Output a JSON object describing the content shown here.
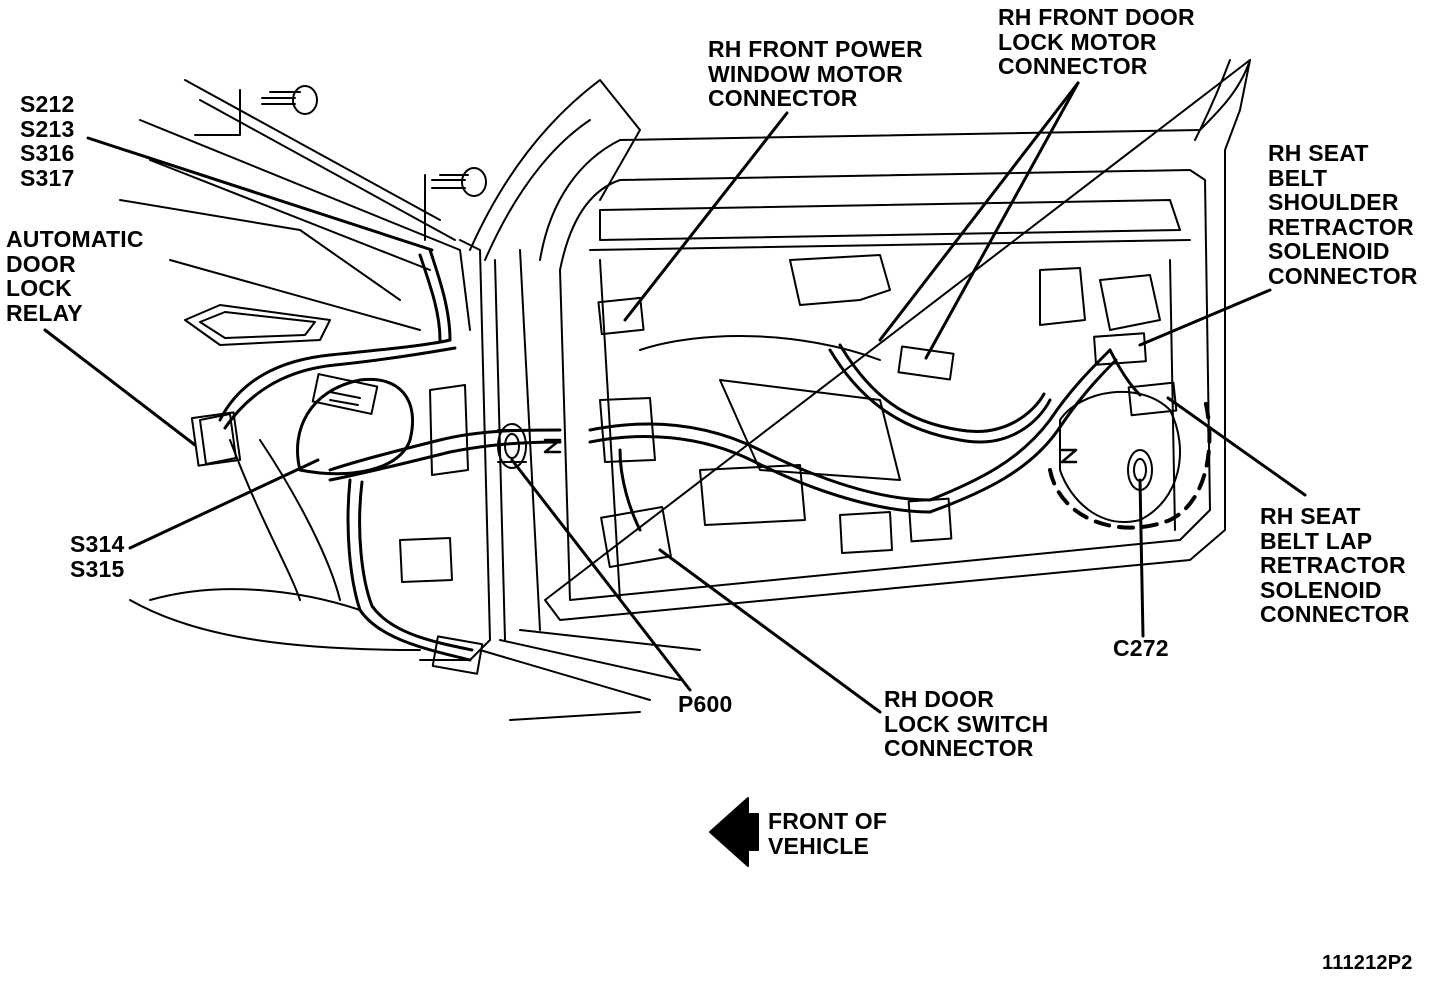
{
  "labels": {
    "splices_top": [
      "S212",
      "S213",
      "S316",
      "S317"
    ],
    "auto_lock_relay": [
      "AUTOMATIC",
      "DOOR",
      "LOCK",
      "RELAY"
    ],
    "window_motor": [
      "RH FRONT POWER",
      "WINDOW MOTOR",
      "CONNECTOR"
    ],
    "lock_motor": [
      "RH FRONT DOOR",
      "LOCK MOTOR",
      "CONNECTOR"
    ],
    "shoulder_retractor": [
      "RH SEAT",
      "BELT",
      "SHOULDER",
      "RETRACTOR",
      "SOLENOID",
      "CONNECTOR"
    ],
    "lap_retractor": [
      "RH SEAT",
      "BELT LAP",
      "RETRACTOR",
      "SOLENOID",
      "CONNECTOR"
    ],
    "splices_bottom": [
      "S314",
      "S315"
    ],
    "c272": "C272",
    "p600": "P600",
    "lock_switch": [
      "RH DOOR",
      "LOCK SWITCH",
      "CONNECTOR"
    ],
    "front_of_vehicle": [
      "FRONT OF",
      "VEHICLE"
    ],
    "figure_ref": "111212P2"
  },
  "colors": {
    "ink": "#000000",
    "paper": "#ffffff"
  }
}
